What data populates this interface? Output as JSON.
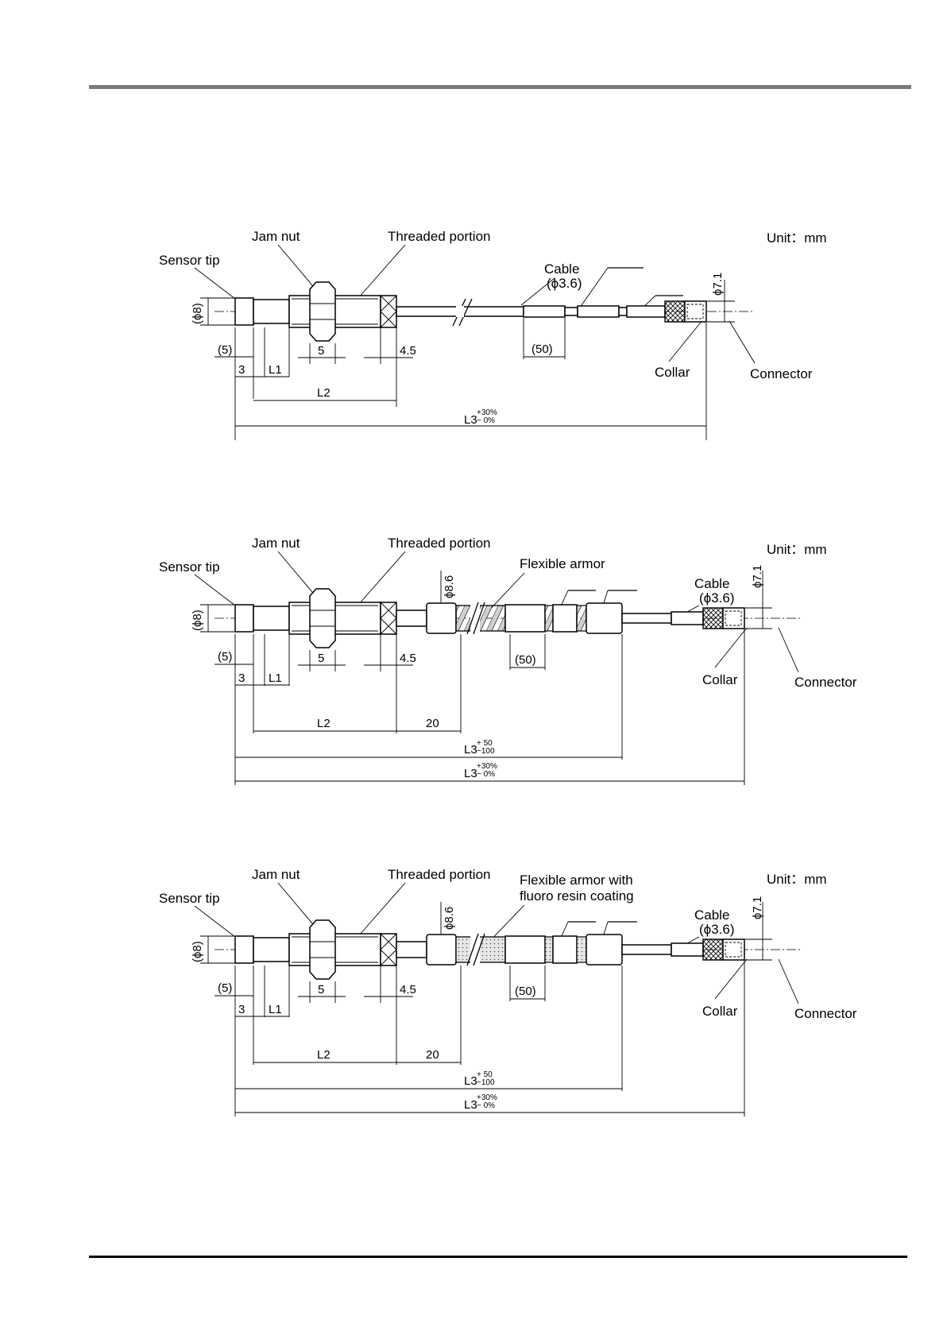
{
  "figures": [
    {
      "labels": {
        "jam_nut": "Jam nut",
        "threaded_portion": "Threaded portion",
        "sensor_tip": "Sensor tip",
        "cable": "Cable",
        "cable_dia": "(ϕ3.6)",
        "collar": "Collar",
        "connector": "Connector",
        "unit": "Unit：mm"
      },
      "dims": {
        "tip_dia": "(ϕ8)",
        "connector_dia": "ϕ7.1",
        "d5": "(5)",
        "d3": "3",
        "l1": "L1",
        "nut": "5",
        "hex": "4.5",
        "marker": "(50)",
        "l2": "L2",
        "l3": "L3",
        "tol_plus": "+30%",
        "tol_minus": "− 0%"
      }
    },
    {
      "labels": {
        "jam_nut": "Jam nut",
        "threaded_portion": "Threaded portion",
        "flexible_armor": "Flexible armor",
        "sensor_tip": "Sensor tip",
        "cable": "Cable",
        "cable_dia": "(ϕ3.6)",
        "collar": "Collar",
        "connector": "Connector",
        "unit": "Unit：mm"
      },
      "dims": {
        "tip_dia": "(ϕ8)",
        "armor_dia": "ϕ8.6",
        "connector_dia": "ϕ7.1",
        "d5": "(5)",
        "d3": "3",
        "l1": "L1",
        "nut": "5",
        "hex": "4.5",
        "marker": "(50)",
        "l2": "L2",
        "d20": "20",
        "l3a": "L3",
        "tol_a_plus": "+ 50",
        "tol_a_minus": "−100",
        "l3b": "L3",
        "tol_b_plus": "+30%",
        "tol_b_minus": "− 0%"
      }
    },
    {
      "labels": {
        "jam_nut": "Jam nut",
        "threaded_portion": "Threaded portion",
        "flexible_armor_1": "Flexible armor with",
        "flexible_armor_2": "fluoro resin coating",
        "sensor_tip": "Sensor tip",
        "cable": "Cable",
        "cable_dia": "(ϕ3.6)",
        "collar": "Collar",
        "connector": "Connector",
        "unit": "Unit：mm"
      },
      "dims": {
        "tip_dia": "(ϕ8)",
        "armor_dia": "ϕ8.6",
        "connector_dia": "ϕ7.1",
        "d5": "(5)",
        "d3": "3",
        "l1": "L1",
        "nut": "5",
        "hex": "4.5",
        "marker": "(50)",
        "l2": "L2",
        "d20": "20",
        "l3a": "L3",
        "tol_a_plus": "+ 50",
        "tol_a_minus": "−100",
        "l3b": "L3",
        "tol_b_plus": "+30%",
        "tol_b_minus": "− 0%"
      }
    }
  ]
}
